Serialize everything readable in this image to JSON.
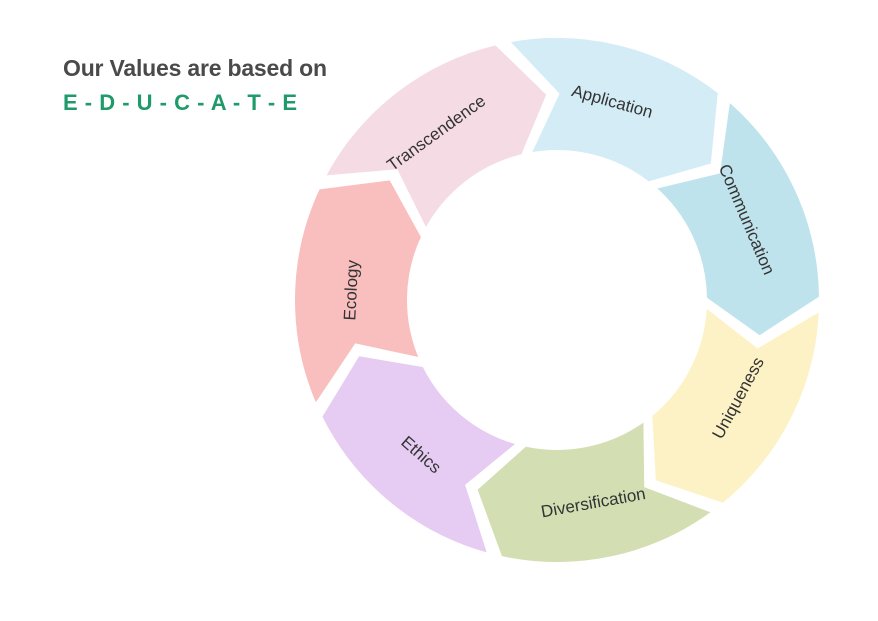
{
  "header": {
    "title": "Our Values are based on",
    "acronym": "E - D - U - C - A - T - E"
  },
  "cycle": {
    "segments": [
      {
        "label": "Ecology",
        "color": "#f9bfbf"
      },
      {
        "label": "Transcendence",
        "color": "#f5dbe4"
      },
      {
        "label": "Application",
        "color": "#d3ecf6"
      },
      {
        "label": "Communication",
        "color": "#bfe3ec"
      },
      {
        "label": "Uniqueness",
        "color": "#fdf2c6"
      },
      {
        "label": "Diversification",
        "color": "#d3deb3"
      },
      {
        "label": "Ethics",
        "color": "#e6cbf2"
      }
    ]
  }
}
